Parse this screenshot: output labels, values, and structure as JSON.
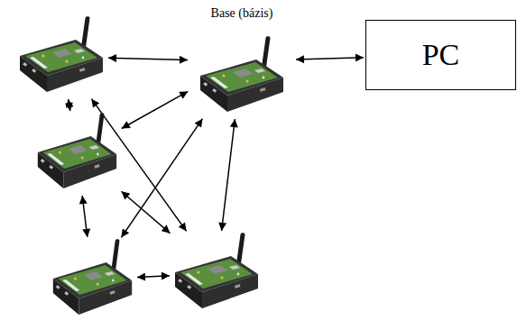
{
  "diagram": {
    "nodes": [
      {
        "text": []
      },
      {
        "text": [
          "Base (bázis)"
        ]
      },
      {
        "text": [
          "PC"
        ]
      },
      {
        "text": []
      },
      {
        "text": []
      },
      {
        "text": []
      }
    ],
    "edges": [
      {
        "from": 0,
        "to": 1,
        "arrow": "both"
      },
      {
        "from": 1,
        "to": 2,
        "arrow": "both"
      },
      {
        "from": 0,
        "to": 3,
        "arrow": "both"
      },
      {
        "from": 0,
        "to": 5,
        "arrow": "both"
      },
      {
        "from": 1,
        "to": 3,
        "arrow": "both"
      },
      {
        "from": 1,
        "to": 4,
        "arrow": "both"
      },
      {
        "from": 1,
        "to": 5,
        "arrow": "both"
      },
      {
        "from": 3,
        "to": 4,
        "arrow": "both"
      },
      {
        "from": 3,
        "to": 5,
        "arrow": "both"
      },
      {
        "from": 4,
        "to": 5,
        "arrow": "both"
      }
    ]
  }
}
